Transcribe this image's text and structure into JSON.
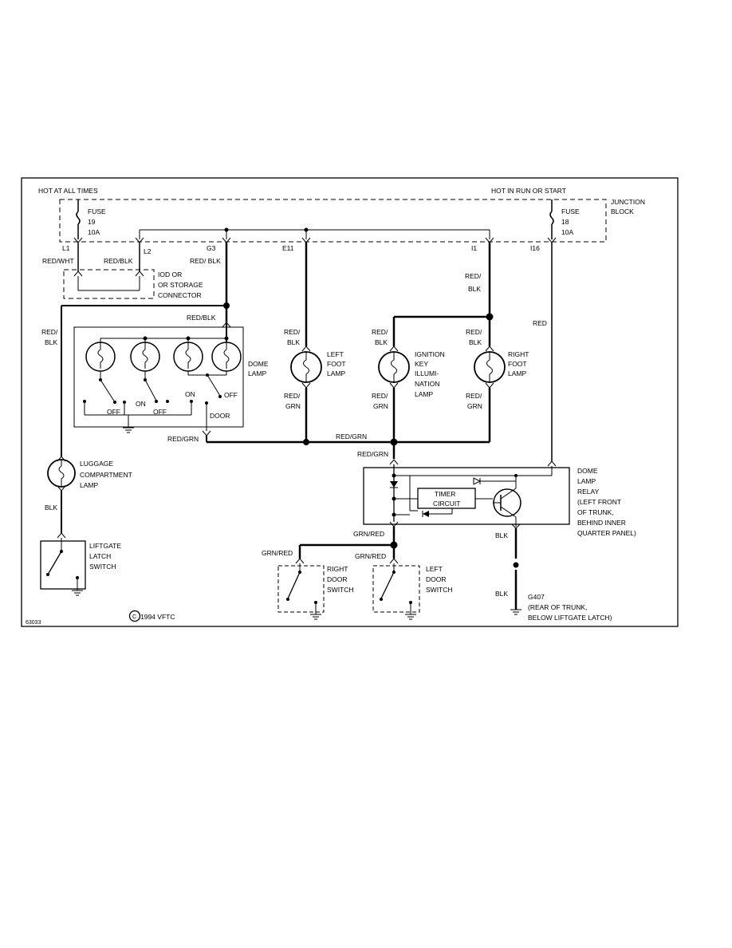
{
  "junction": {
    "hot_at_all_times": "HOT AT ALL TIMES",
    "hot_in_run": "HOT IN RUN OR START",
    "title": [
      "JUNCTION",
      "BLOCK"
    ],
    "fuse_left": [
      "FUSE",
      "19",
      "10A"
    ],
    "fuse_right": [
      "FUSE",
      "18",
      "10A"
    ],
    "pins": {
      "l1": "L1",
      "l2": "L2",
      "g3": "G3",
      "e11": "E11",
      "i1": "I1",
      "i16": "I16"
    }
  },
  "iod": [
    "IOD OR",
    "OR STORAGE",
    "CONNECTOR"
  ],
  "wires": {
    "red_wht": "RED/WHT",
    "red_blk": "RED/BLK",
    "red_blk_sp": "RED/ BLK",
    "red_slash": "RED/",
    "blk": "BLK",
    "grn": "GRN",
    "red_grn": "RED/GRN",
    "grn_red": "GRN/RED",
    "red": "RED"
  },
  "dome_lamp": {
    "label": [
      "DOME",
      "LAMP"
    ],
    "on": "ON",
    "off": "OFF",
    "door": "DOOR"
  },
  "left_foot_lamp": [
    "LEFT",
    "FOOT",
    "LAMP"
  ],
  "ignition_lamp": [
    "IGNITION",
    "KEY",
    "ILLUMI-",
    "NATION",
    "LAMP"
  ],
  "right_foot_lamp": [
    "RIGHT",
    "FOOT",
    "LAMP"
  ],
  "luggage_lamp": [
    "LUGGAGE",
    "COMPARTMENT",
    "LAMP"
  ],
  "liftgate_switch": [
    "LIFTGATE",
    "LATCH",
    "SWITCH"
  ],
  "relay": {
    "label": [
      "DOME",
      "LAMP",
      "RELAY",
      "(LEFT FRONT",
      "OF TRUNK,",
      "BEHIND INNER",
      "QUARTER PANEL)"
    ],
    "timer": [
      "TIMER",
      "CIRCUIT"
    ]
  },
  "right_door_switch": [
    "RIGHT",
    "DOOR",
    "SWITCH"
  ],
  "left_door_switch": [
    "LEFT",
    "DOOR",
    "SWITCH"
  ],
  "ground": {
    "id": "G407",
    "location": [
      "(REAR OF TRUNK,",
      "BELOW LIFTGATE LATCH)"
    ]
  },
  "copyright": "1994 VFTC",
  "copyright_symbol": "C",
  "figure_id": "63033"
}
